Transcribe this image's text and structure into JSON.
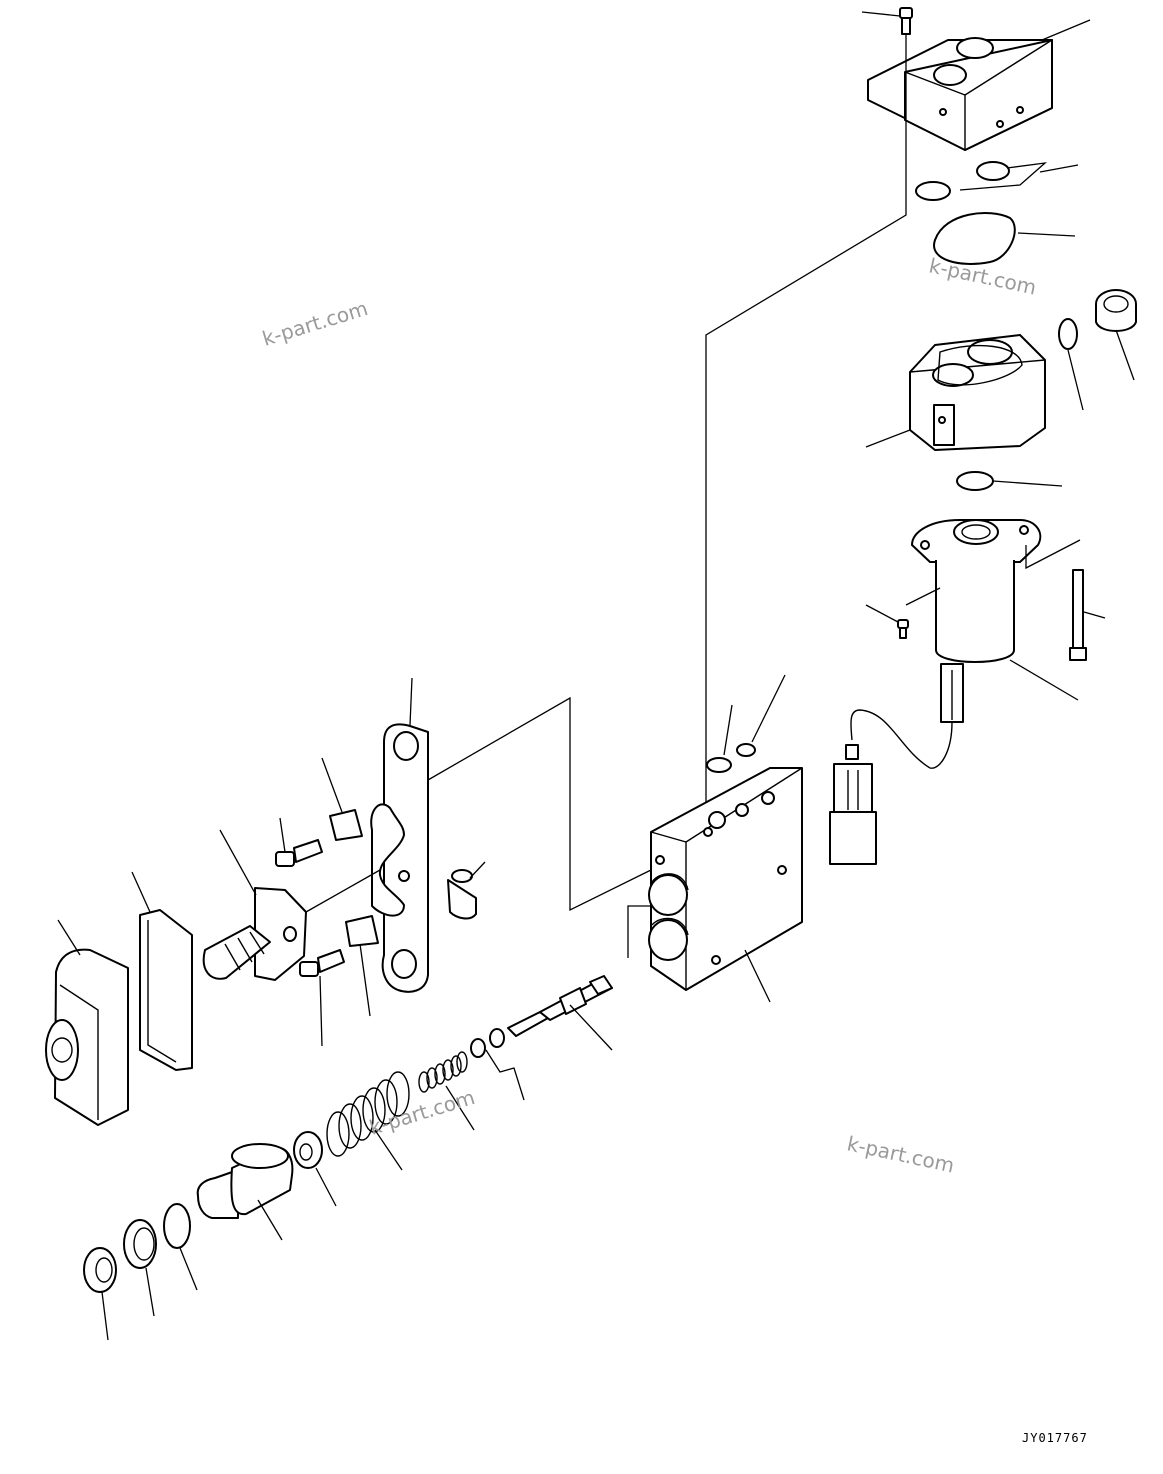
{
  "diagram": {
    "drawing_code": "JY017767",
    "watermarks": [
      "k-part.com",
      "k-part.com",
      "k-part.com",
      "k-part.com"
    ]
  }
}
